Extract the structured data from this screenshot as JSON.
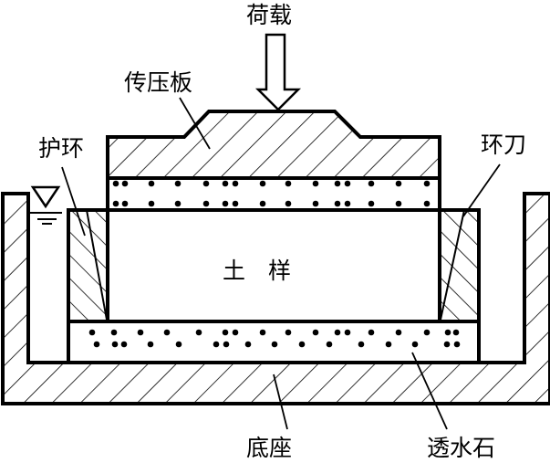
{
  "labels": {
    "load": "荷载",
    "pressure_plate": "传压板",
    "guard_ring": "护环",
    "ring_knife": "环刀",
    "soil_sample": "土　样",
    "base": "底座",
    "porous_stone": "透水石"
  },
  "colors": {
    "line": "#000000",
    "background": "#ffffff"
  }
}
